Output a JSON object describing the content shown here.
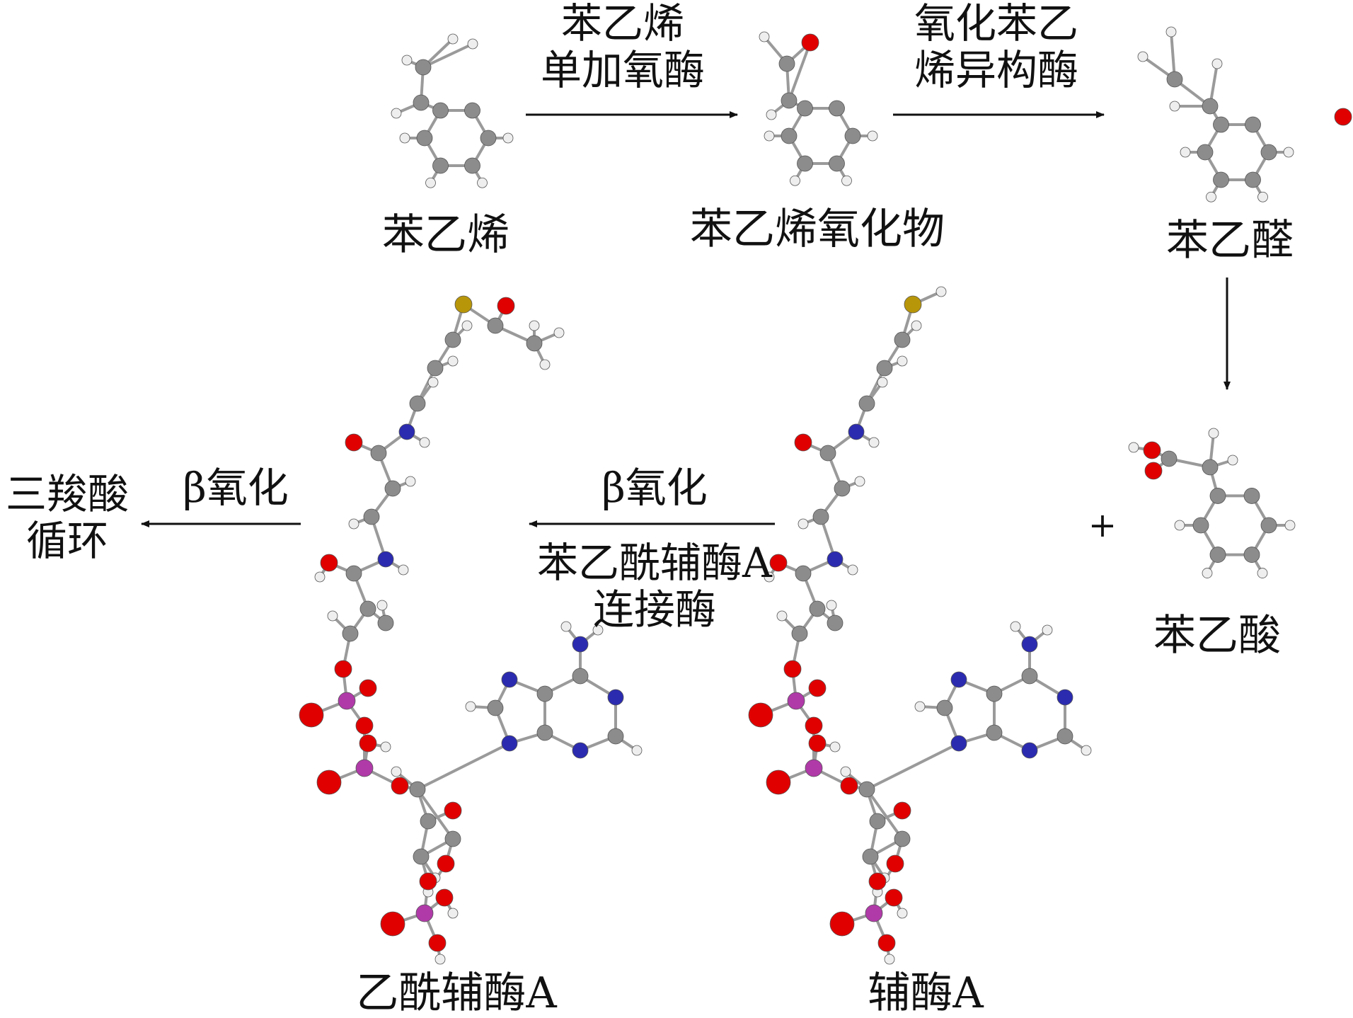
{
  "molecules": {
    "styrene": "苯乙烯",
    "styrene_oxide": "苯乙烯氧化物",
    "phenylacetaldehyde": "苯乙醛",
    "phenylacetic_acid": "苯乙酸",
    "coa": "辅酶A",
    "acetyl_coa": "乙酰辅酶A",
    "tca": [
      "三羧酸",
      "循环"
    ]
  },
  "enzymes": {
    "step1": [
      "苯乙烯",
      "单加氧酶"
    ],
    "step2": [
      "氧化苯乙",
      "烯异构酶"
    ],
    "step4_top": "β氧化",
    "step4_bottom": [
      "苯乙酰辅酶A",
      "连接酶"
    ],
    "step5": "β氧化"
  },
  "plus_sign": "+",
  "atom_colors": {
    "carbon": "#8c8c8c",
    "hydrogen": "#eeeeee",
    "oxygen": "#e00000",
    "nitrogen": "#2b2bb0",
    "sulfur": "#b8960a",
    "phosphorus": "#b03aa8",
    "bond": "#9a9a9a"
  }
}
